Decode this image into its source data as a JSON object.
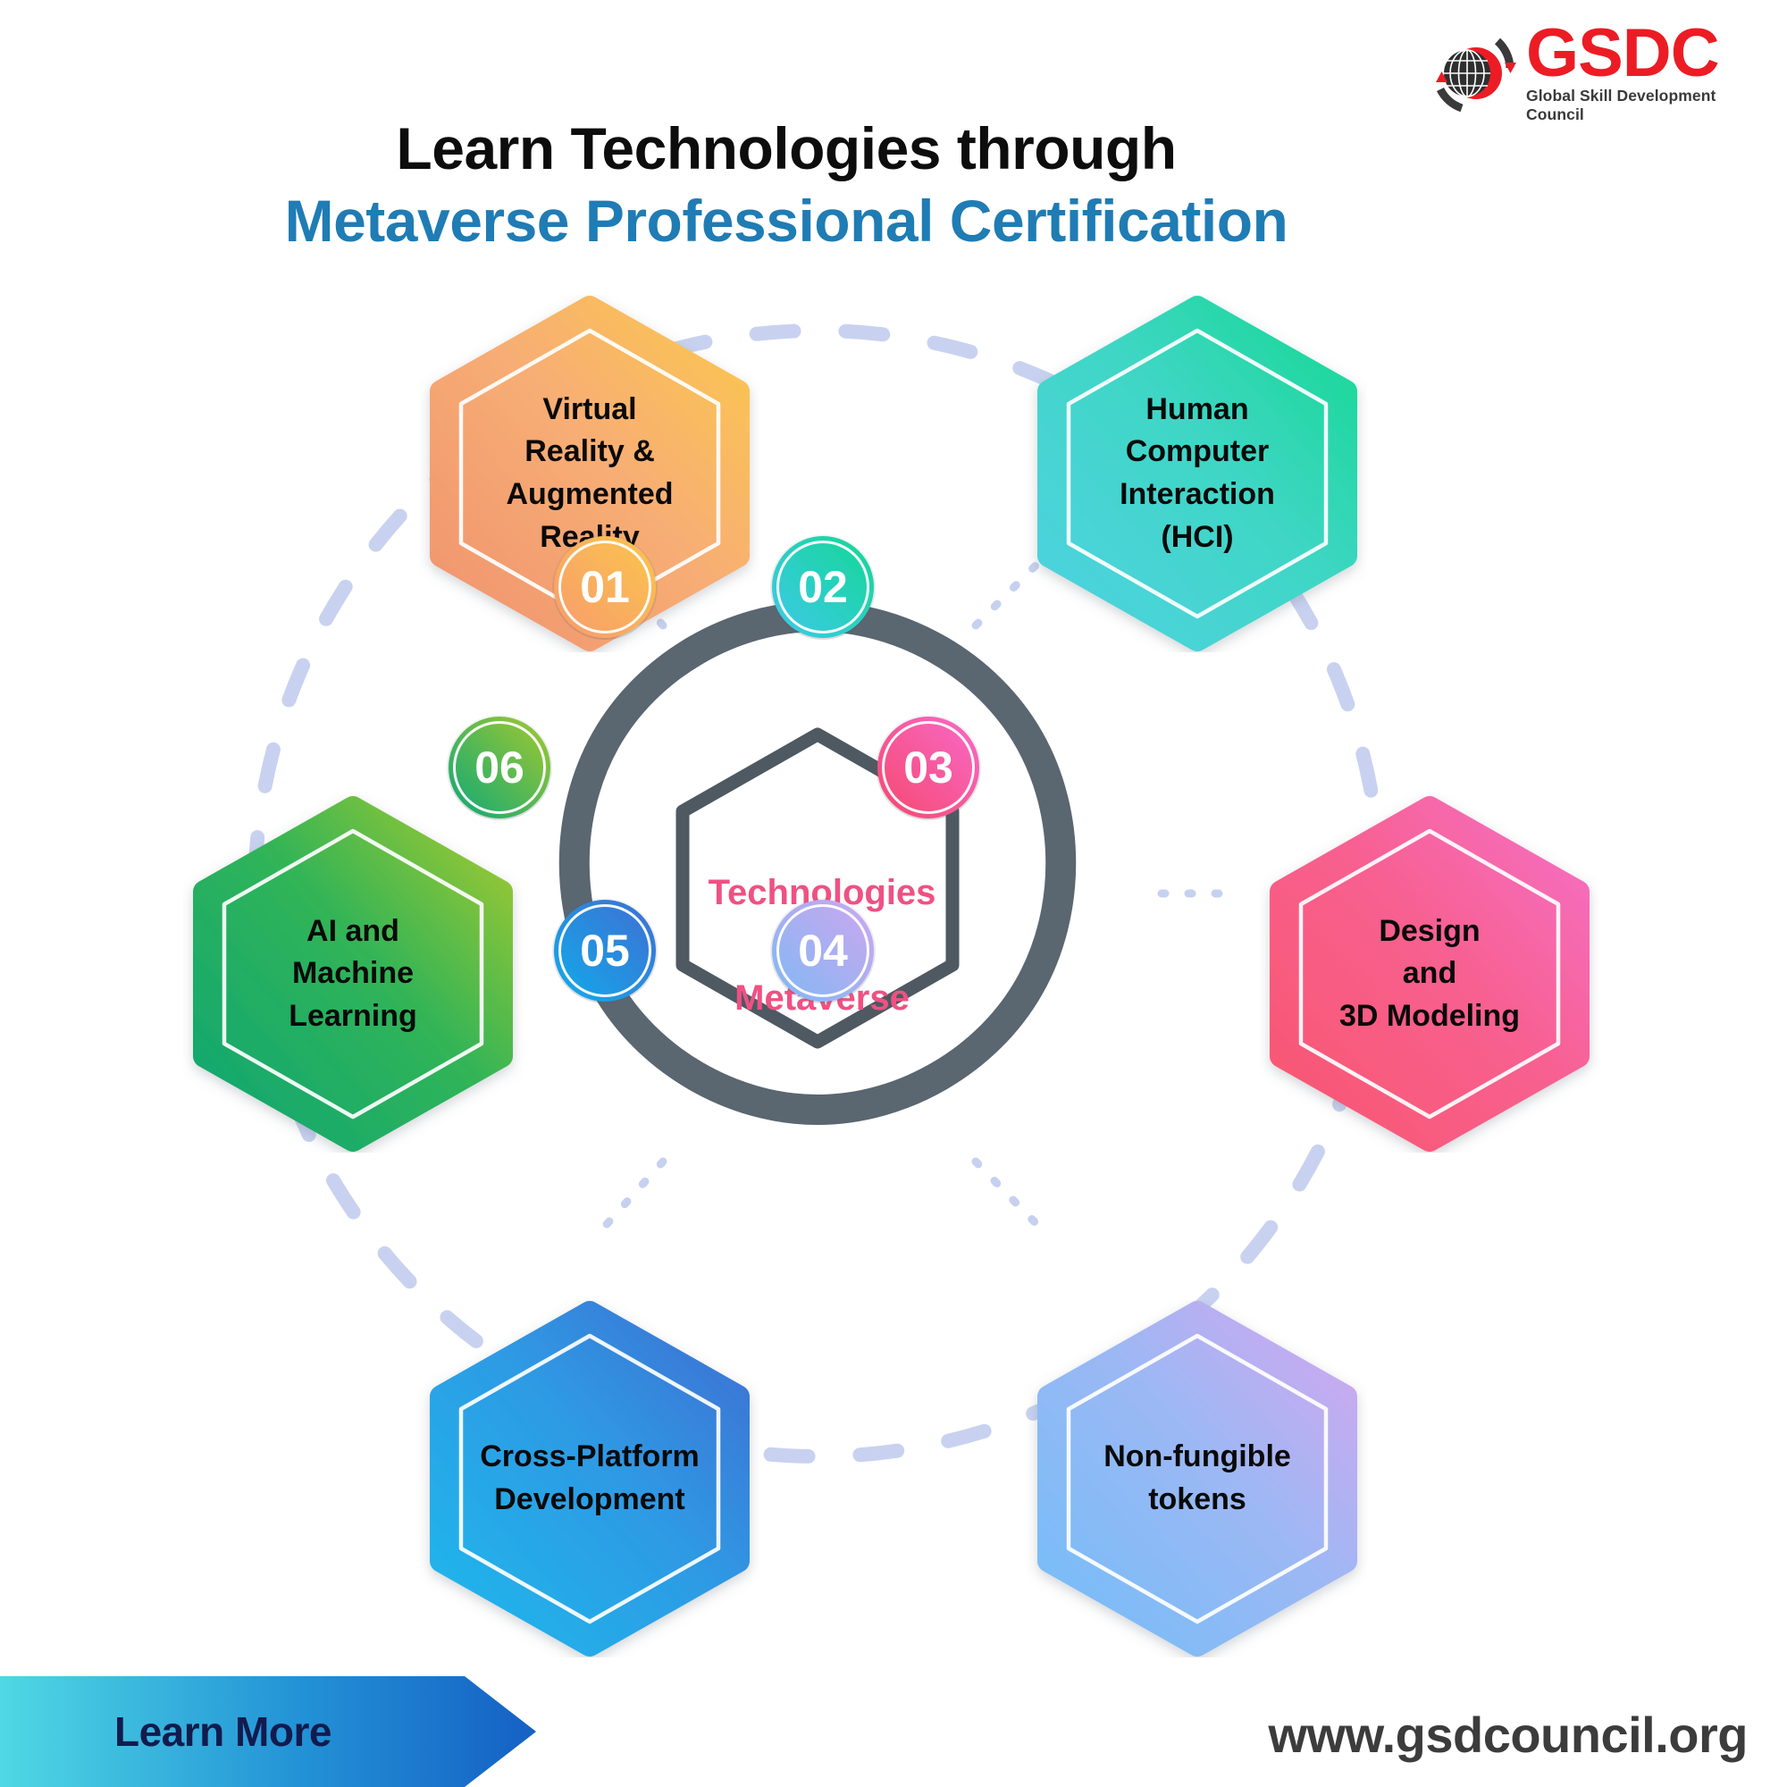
{
  "brand": {
    "logo_acronym": "GSDC",
    "logo_tagline": "Global Skill Development Council",
    "logo_red": "#ec1c24",
    "logo_dark": "#3a3a3a"
  },
  "header": {
    "title_line1": "Learn Technologies through",
    "title_line2": "Metaverse Professional Certification",
    "title_line1_color": "#0d0d0d",
    "title_line2_color": "#1f7cb4"
  },
  "center": {
    "label": "Technologies\nin\nMetaverse",
    "text_color": "#ef5182",
    "ring_color": "#5a6670"
  },
  "diagram": {
    "dashed_circle_color": "#c8d2f0",
    "connector_color": "#c8d2f0",
    "nodes": [
      {
        "number": "01",
        "label": "Virtual\nReality  &\nAugmented\nReality",
        "gradient_from": "#f9a472",
        "gradient_to": "#fbc košt",
        "fill_from": "#f4a172",
        "fill_to": "#fbc25a",
        "badge_from": "#f79b6e",
        "badge_to": "#fbc24f"
      },
      {
        "number": "02",
        "label": "Human\nComputer\nInteraction\n(HCI)",
        "fill_from": "#4ed4d4",
        "fill_to": "#21d79a",
        "badge_from": "#3fc9e0",
        "badge_to": "#1fd49a"
      },
      {
        "number": "03",
        "label": "Design\nand\n3D Modeling",
        "fill_from": "#f95d7e",
        "fill_to": "#f56ec0",
        "badge_from": "#f44b71",
        "badge_to": "#f768c4"
      },
      {
        "number": "04",
        "label": "Non-fungible\ntokens",
        "fill_from": "#78bdf7",
        "fill_to": "#cfaaf0",
        "badge_from": "#82b8f2",
        "badge_to": "#cda7ee"
      },
      {
        "number": "05",
        "label": "Cross-Platform\nDevelopment",
        "fill_from": "#25b7e8",
        "fill_to": "#3f73d6",
        "badge_from": "#19a9e6",
        "badge_to": "#3f6fd4"
      },
      {
        "number": "06",
        "label": "AI  and\nMachine\nLearning",
        "fill_from": "#16a86f",
        "fill_to": "#a9cb2f",
        "badge_from": "#13a775",
        "badge_to": "#a5c92f"
      }
    ]
  },
  "footer": {
    "cta_label": "Learn More",
    "cta_text_color": "#121b4e",
    "banner_from": "#4fd8e4",
    "banner_to": "#1560c4",
    "url": "www.gsdcouncil.org",
    "url_color": "#3c3c3c"
  }
}
